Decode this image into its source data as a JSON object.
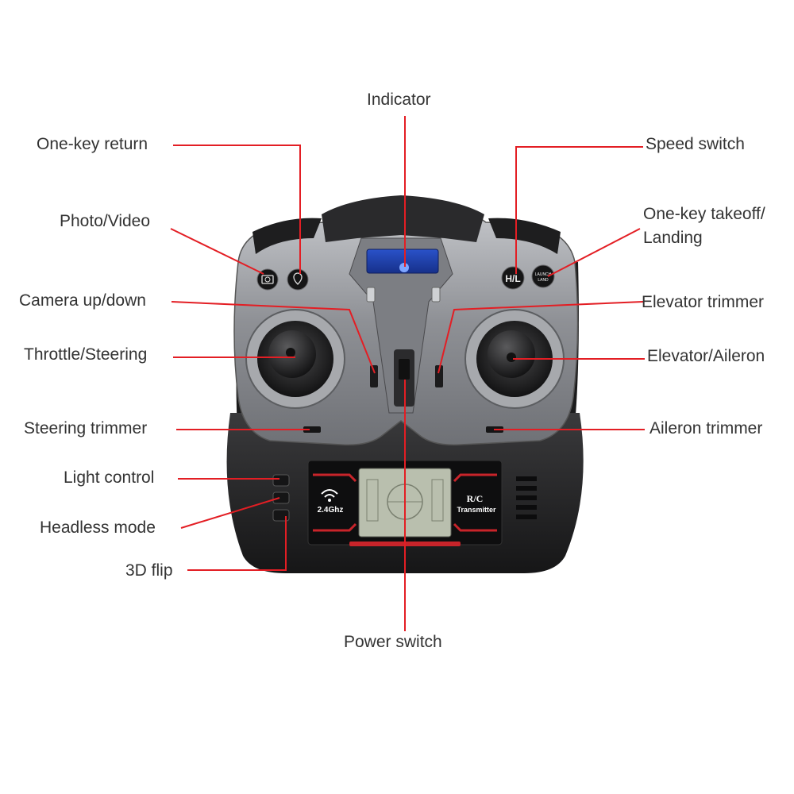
{
  "colors": {
    "leader": "#e31e24",
    "body_dark": "#2b2b2b",
    "body_silver": "#9a9ca0",
    "screen": "#b9bfae",
    "indicator": "#3d6de6"
  },
  "labels": {
    "indicator": "Indicator",
    "one_key_return": "One-key return",
    "speed_switch": "Speed switch",
    "photo_video": "Photo/Video",
    "takeoff_landing_1": "One-key takeoff/",
    "takeoff_landing_2": "Landing",
    "camera_up_down": "Camera up/down",
    "elevator_trimmer": "Elevator trimmer",
    "throttle_steering": "Throttle/Steering",
    "elevator_aileron": "Elevator/Aileron",
    "steering_trimmer": "Steering trimmer",
    "aileron_trimmer": "Aileron trimmer",
    "light_control": "Light control",
    "headless_mode": "Headless mode",
    "flip_3d": "3D flip",
    "power_switch": "Power switch"
  },
  "device": {
    "band": "2.4Ghz",
    "rc": "R/C",
    "transmitter": "Transmitter",
    "speed_button": "H/L",
    "launch_button_1": "LAUNCH",
    "launch_button_2": "LAND"
  }
}
